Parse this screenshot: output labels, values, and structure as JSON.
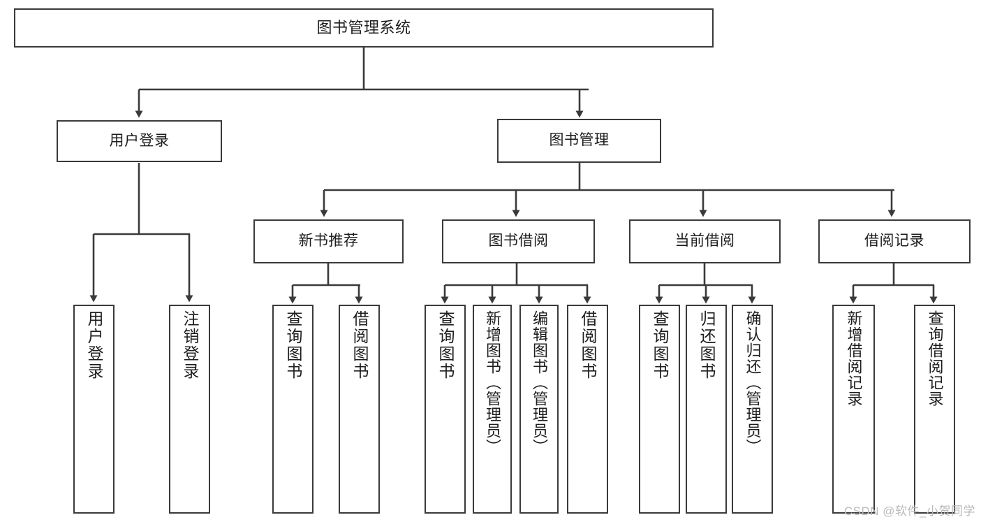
{
  "diagram": {
    "title": "图书管理系统",
    "type": "hierarchy-tree",
    "levels": 4,
    "root": {
      "id": "root",
      "label": "图书管理系统",
      "orientation": "horizontal"
    },
    "level1": [
      {
        "id": "user-login",
        "label": "用户登录",
        "orientation": "horizontal"
      },
      {
        "id": "book-manage",
        "label": "图书管理",
        "orientation": "horizontal"
      }
    ],
    "level2": [
      {
        "id": "new-book-recommend",
        "label": "新书推荐",
        "orientation": "horizontal",
        "parent": "book-manage"
      },
      {
        "id": "book-borrow",
        "label": "图书借阅",
        "orientation": "horizontal",
        "parent": "book-manage"
      },
      {
        "id": "current-borrow",
        "label": "当前借阅",
        "orientation": "horizontal",
        "parent": "book-manage"
      },
      {
        "id": "borrow-record",
        "label": "借阅记录",
        "orientation": "horizontal",
        "parent": "book-manage"
      }
    ],
    "leaves": {
      "user_login": [
        {
          "id": "leaf-user-login",
          "label": "用户登录",
          "orientation": "vertical"
        },
        {
          "id": "leaf-logout-login",
          "label": "注销登录",
          "orientation": "vertical"
        }
      ],
      "new_book_recommend": [
        {
          "id": "leaf-query-book-1",
          "label": "查询图书",
          "orientation": "vertical"
        },
        {
          "id": "leaf-borrow-book-1",
          "label": "借阅图书",
          "orientation": "vertical"
        }
      ],
      "book_borrow": [
        {
          "id": "leaf-query-book-2",
          "label": "查询图书",
          "orientation": "vertical"
        },
        {
          "id": "leaf-add-book",
          "label": "新增图书（管理员）",
          "orientation": "vertical"
        },
        {
          "id": "leaf-edit-book",
          "label": "编辑图书（管理员）",
          "orientation": "vertical"
        },
        {
          "id": "leaf-borrow-book-2",
          "label": "借阅图书",
          "orientation": "vertical"
        }
      ],
      "current_borrow": [
        {
          "id": "leaf-query-book-3",
          "label": "查询图书",
          "orientation": "vertical"
        },
        {
          "id": "leaf-return-book",
          "label": "归还图书",
          "orientation": "vertical"
        },
        {
          "id": "leaf-confirm-return",
          "label": "确认归还（管理员）",
          "orientation": "vertical"
        }
      ],
      "borrow_record": [
        {
          "id": "leaf-add-record",
          "label": "新增借阅记录",
          "orientation": "vertical"
        },
        {
          "id": "leaf-query-record",
          "label": "查询借阅记录",
          "orientation": "vertical"
        }
      ]
    },
    "colors": {
      "stroke": "#3a3a3a",
      "fill": "#ffffff",
      "text": "#1d1d1d",
      "watermark": "#b9b9b9"
    }
  },
  "watermark": {
    "text": "CSDN @软件_小贺同学"
  }
}
